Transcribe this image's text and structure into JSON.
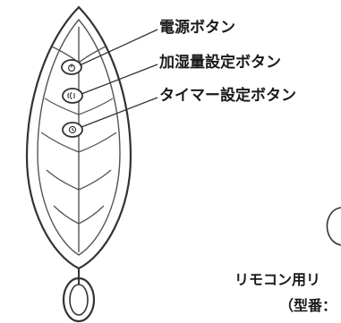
{
  "labels": {
    "power_button": "電源ボタン",
    "humidity_button": "加湿量設定ボタン",
    "timer_button": "タイマー設定ボタン"
  },
  "caption": {
    "line1": "リモコン用リ",
    "line2": "（型番："
  },
  "icons": {
    "power_button": "power-icon",
    "humidity_button": "humidity-icon",
    "timer_button": "timer-icon"
  },
  "colors": {
    "outline": "#333333",
    "background": "#ffffff"
  }
}
